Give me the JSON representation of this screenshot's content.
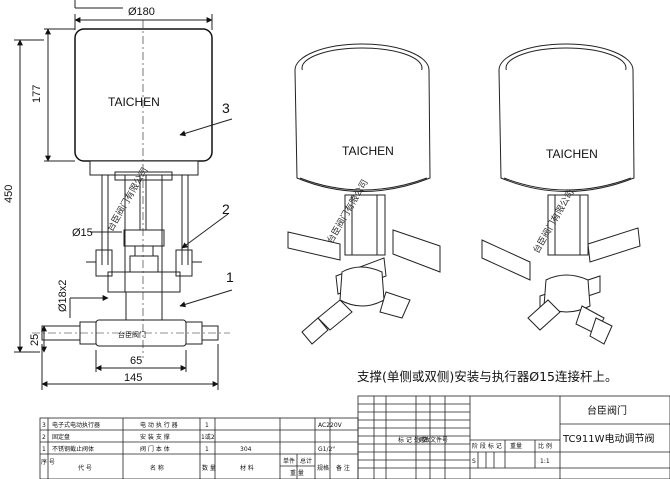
{
  "drawing": {
    "dimensions": {
      "top_width": "Ø180",
      "actuator_height": "177",
      "overall_height": "450",
      "connecting_rod": "Ø15",
      "valve_stem": "Ø18x2",
      "port_offset": "25",
      "body_length": "65",
      "overall_length": "145"
    },
    "callouts": [
      "1",
      "2",
      "3"
    ],
    "brand_label": "TAICHEN",
    "body_label": "台臣阀门",
    "watermark": "台臣阀门有限公司",
    "note": "支撑(单侧或双侧)安装与执行器Ø15连接杆上。"
  },
  "bom": {
    "rows": [
      {
        "no": "3",
        "code": "电子式电动执行器",
        "name": "电 动 执 行 器",
        "qty": "1",
        "material": "",
        "spec": "AC220V"
      },
      {
        "no": "2",
        "code": "固定盘",
        "name": "安 装 支 撑",
        "qty": "1或2",
        "material": "",
        "spec": ""
      },
      {
        "no": "1",
        "code": "不锈钢截止阀体",
        "name": "阀 门 本 体",
        "qty": "1",
        "material": "304",
        "spec": "G1/2\""
      }
    ],
    "header": {
      "no": "序 号",
      "code": "代 号",
      "name": "名 称",
      "qty": "数 量",
      "material": "材 料",
      "unit_weight": "单件",
      "total_weight": "总计",
      "weight": "重 量",
      "spec": "规格",
      "remark": "备 注"
    }
  },
  "title_block": {
    "company": "台臣阀门",
    "product": "TC911W电动调节阀",
    "revision_marks": "标 记 处 数",
    "update_doc": "更改文件号",
    "stage_mark": "阶 段 标 记",
    "weight": "重量",
    "scale": "比 例",
    "stage": "S",
    "scale_value": "1:1"
  }
}
